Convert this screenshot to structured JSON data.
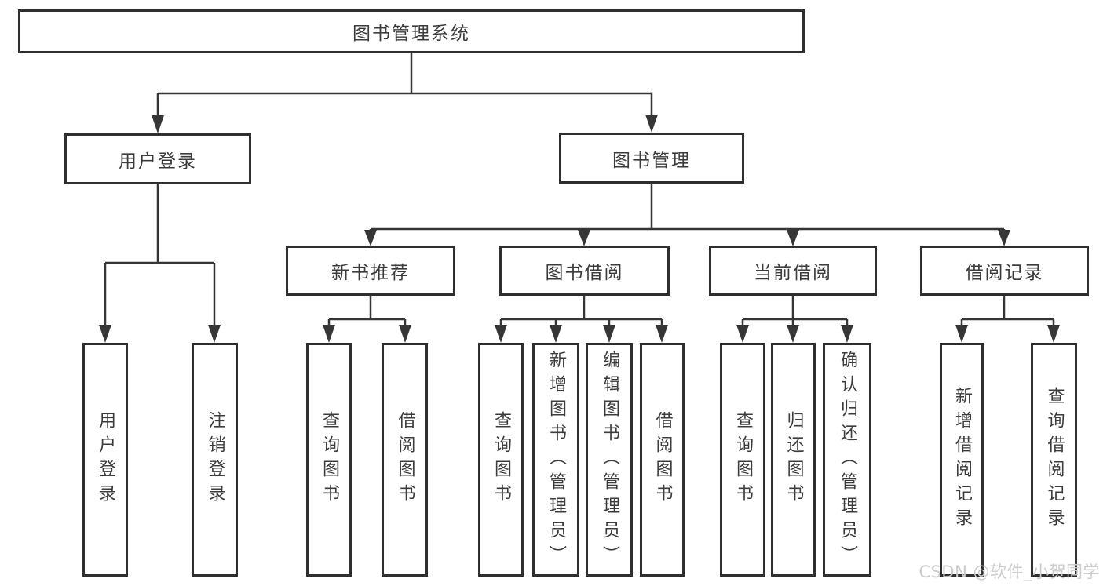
{
  "tree": {
    "label": "图书管理系统",
    "children": [
      {
        "label": "用户登录",
        "children": [
          {
            "label": "用户登录"
          },
          {
            "label": "注销登录"
          }
        ]
      },
      {
        "label": "图书管理",
        "children": [
          {
            "label": "新书推荐",
            "children": [
              {
                "label": "查询图书"
              },
              {
                "label": "借阅图书"
              }
            ]
          },
          {
            "label": "图书借阅",
            "children": [
              {
                "label": "查询图书"
              },
              {
                "label": "新增图书（管理员）"
              },
              {
                "label": "编辑图书（管理员）"
              },
              {
                "label": "借阅图书"
              }
            ]
          },
          {
            "label": "当前借阅",
            "children": [
              {
                "label": "查询图书"
              },
              {
                "label": "归还图书"
              },
              {
                "label": "确认归还（管理员）"
              }
            ]
          },
          {
            "label": "借阅记录",
            "children": [
              {
                "label": "新增借阅记录"
              },
              {
                "label": "查询借阅记录"
              }
            ]
          }
        ]
      }
    ]
  },
  "watermark": {
    "text": "CSDN @软件_小贺同学"
  },
  "colors": {
    "line": "#363636",
    "box_border": "#2f2f2f",
    "text": "#3c3c3c",
    "watermark": "#cccccc",
    "background": "#ffffff"
  }
}
